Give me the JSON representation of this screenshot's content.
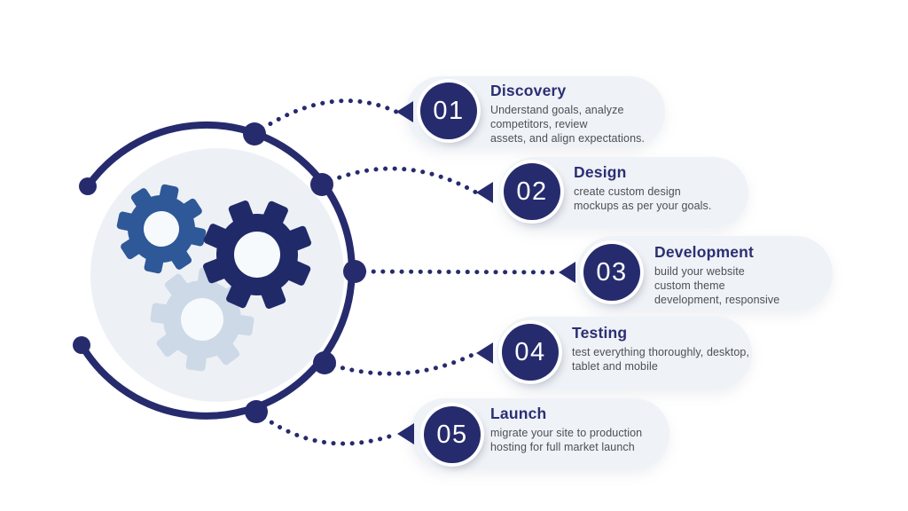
{
  "steps": [
    {
      "number": "01",
      "title": "Discovery",
      "lines": [
        "Understand goals, analyze",
        "competitors, review",
        "assets, and align expectations."
      ]
    },
    {
      "number": "02",
      "title": "Design",
      "lines": [
        "create custom design",
        "mockups  as per your goals."
      ]
    },
    {
      "number": "03",
      "title": "Development",
      "lines": [
        "build your website",
        "custom theme",
        "development, responsive"
      ]
    },
    {
      "number": "04",
      "title": "Testing",
      "lines": [
        "test everything thoroughly, desktop,",
        "tablet and mobile"
      ]
    },
    {
      "number": "05",
      "title": "Launch",
      "lines": [
        "migrate your site to production",
        "hosting for full market launch"
      ]
    }
  ],
  "hub": {
    "icon": "gears",
    "gear_count": 3
  },
  "colors": {
    "navy": "#262b6d",
    "title_navy": "#2b2f73",
    "description_gray": "#4c5055",
    "pill_background": "#eff2f6",
    "hub_background": "#edf1f6",
    "gear_blue": "#2e5897",
    "gear_dark_navy": "#202a68",
    "gear_light_blue": "#cdd9e7"
  }
}
